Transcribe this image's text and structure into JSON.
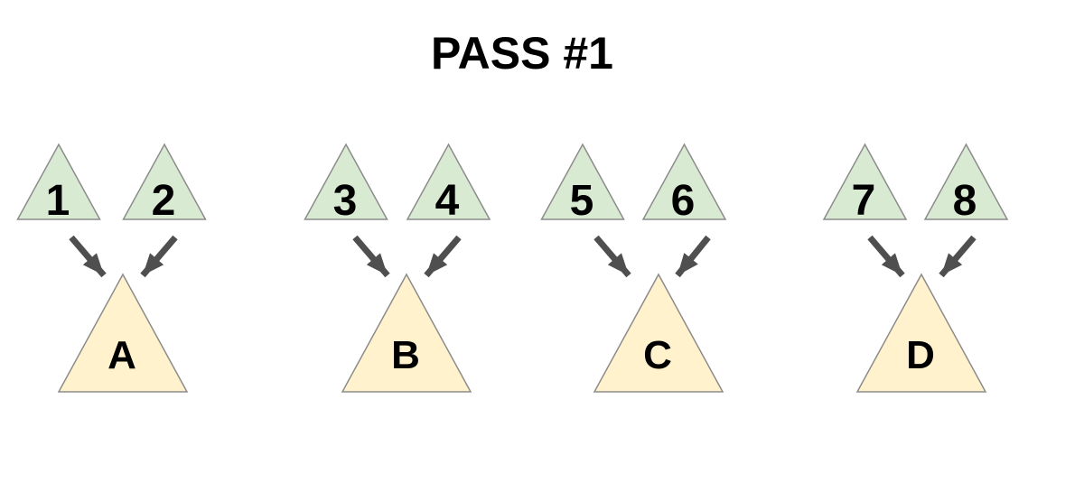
{
  "title": "PASS #1",
  "colors": {
    "source_triangle_fill": "#d9ead3",
    "target_triangle_fill": "#fff2cc",
    "triangle_border": "#8c8c8c",
    "arrow": "#4f4f4f",
    "text": "#000000",
    "background": "#ffffff"
  },
  "groups": [
    {
      "sources": [
        {
          "label": "1"
        },
        {
          "label": "2"
        }
      ],
      "target": {
        "label": "A"
      }
    },
    {
      "sources": [
        {
          "label": "3"
        },
        {
          "label": "4"
        }
      ],
      "target": {
        "label": "B"
      }
    },
    {
      "sources": [
        {
          "label": "5"
        },
        {
          "label": "6"
        }
      ],
      "target": {
        "label": "C"
      }
    },
    {
      "sources": [
        {
          "label": "7"
        },
        {
          "label": "8"
        }
      ],
      "target": {
        "label": "D"
      }
    }
  ]
}
